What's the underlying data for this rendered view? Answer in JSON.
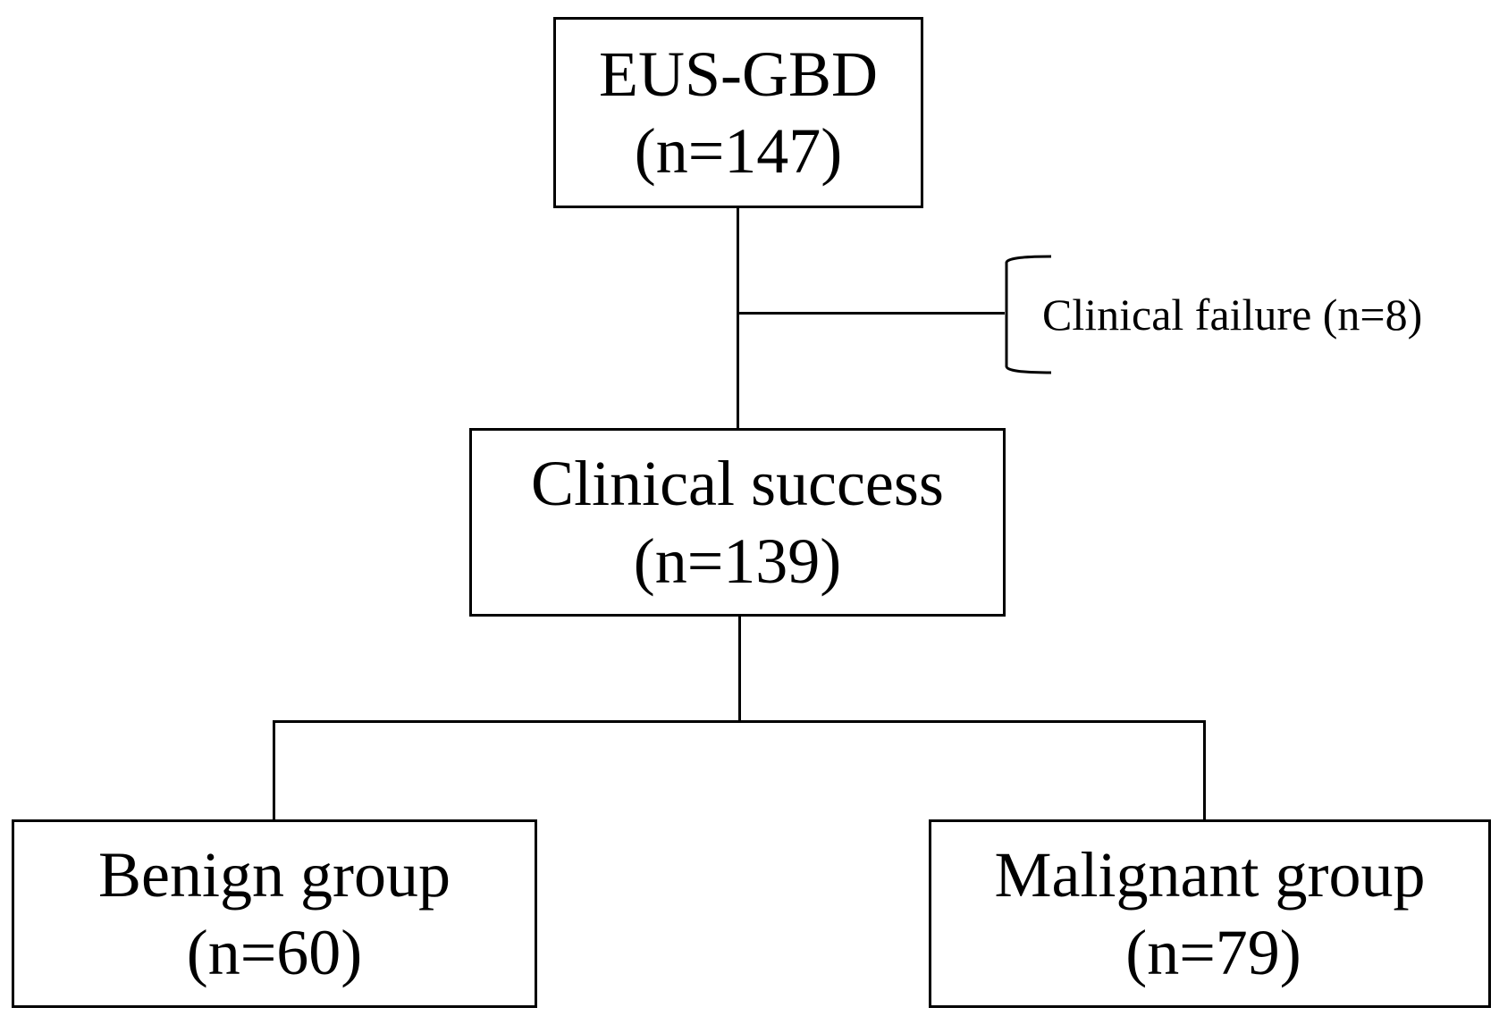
{
  "flowchart": {
    "top": {
      "title": "EUS-GBD",
      "count": "(n=147)"
    },
    "exclusion": {
      "label": "Clinical failure (n=8)"
    },
    "middle": {
      "title": "Clinical success",
      "count": "(n=139)"
    },
    "left": {
      "title": "Benign group",
      "count": "(n=60)"
    },
    "right": {
      "title": "Malignant group",
      "count": "(n=79)"
    }
  }
}
